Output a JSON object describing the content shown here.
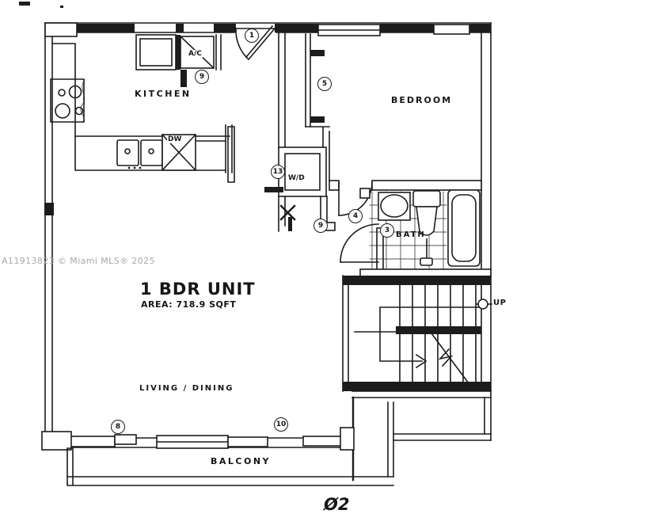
{
  "watermark": "A11913823 © Miami MLS® 2025",
  "rooms": {
    "kitchen": "KITCHEN",
    "bedroom": "BEDROOM",
    "bath": "BATH",
    "living_dining": "LIVING / DINING",
    "balcony": "BALCONY"
  },
  "fixtures": {
    "ac": "A/C",
    "dw": "DW",
    "wd": "W/D"
  },
  "unit": {
    "title": "1 BDR UNIT",
    "area": "AREA: 718.9 SQFT"
  },
  "stairs": {
    "up_label": "UP"
  },
  "page_number": "Ø2",
  "keynotes": {
    "entry": "1",
    "ac": "9",
    "bedroom_closet": "5",
    "washer_dryer": "13",
    "hall_door": "4",
    "hall": "9",
    "bath_door": "3",
    "living_left": "8",
    "living_right": "10"
  },
  "colors": {
    "ink": "#1c1c1c",
    "paper": "#ffffff",
    "watermark_gray": "#a9a9a9"
  }
}
